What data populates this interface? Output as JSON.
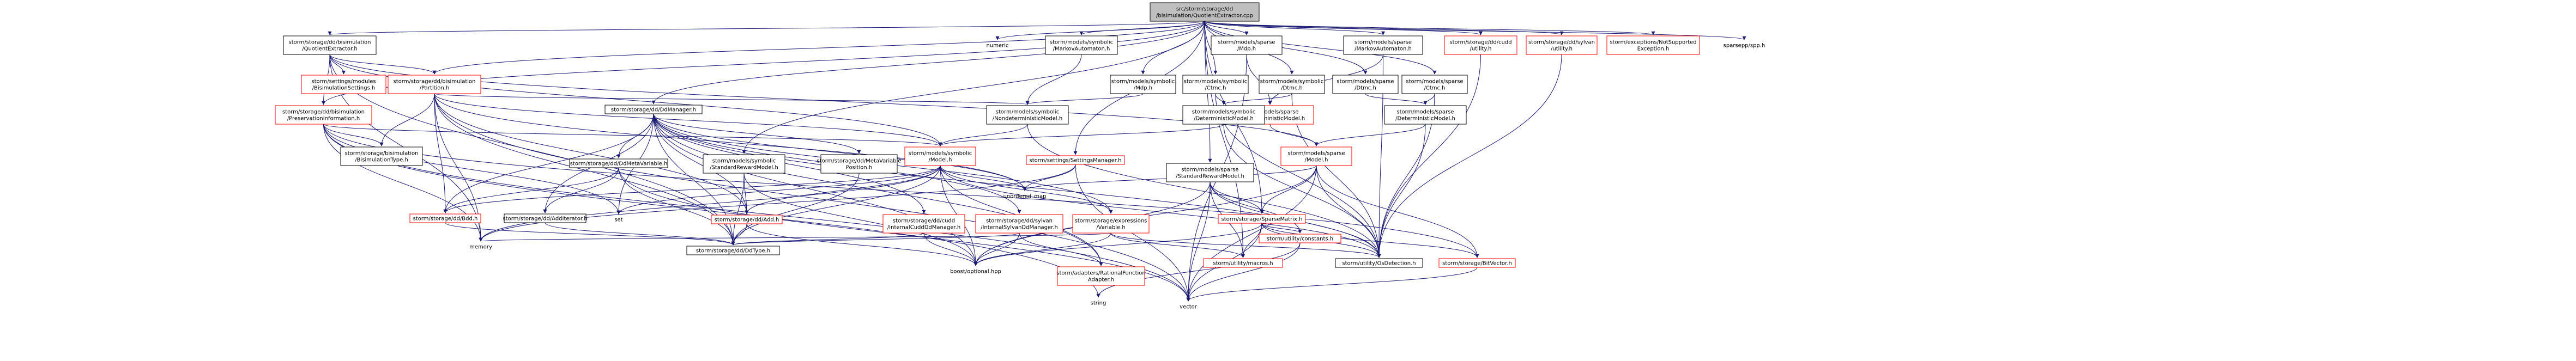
{
  "colors": {
    "edge": "#191970",
    "root_fill": "#bfbfbf",
    "node_border": "#000000",
    "missing_border": "#ff0000",
    "background": "#ffffff"
  },
  "nodes": {
    "root": [
      "src/storm/storage/dd",
      "/bisimulation/QuotientExtractor.cpp"
    ],
    "qe_h": [
      "storm/storage/dd/bisimulation",
      "/QuotientExtractor.h"
    ],
    "numeric": [
      "numeric"
    ],
    "sym_ma": [
      "storm/models/symbolic",
      "/MarkovAutomaton.h"
    ],
    "sparse_mdp": [
      "storm/models/sparse",
      "/Mdp.h"
    ],
    "sparse_ma": [
      "storm/models/sparse",
      "/MarkovAutomaton.h"
    ],
    "cudd_utility": [
      "storm/storage/dd/cudd",
      "/utility.h"
    ],
    "sylvan_utility": [
      "storm/storage/dd/sylvan",
      "/utility.h"
    ],
    "not_supported": [
      "storm/exceptions/NotSupported",
      "Exception.h"
    ],
    "sparsepp": [
      "sparsepp/spp.h"
    ],
    "bisim_settings": [
      "storm/settings/modules",
      "/BisimulationSettings.h"
    ],
    "bisim_partition": [
      "storm/storage/dd/bisimulation",
      "/Partition.h"
    ],
    "sym_mdp": [
      "storm/models/symbolic",
      "/Mdp.h"
    ],
    "sym_ctmc": [
      "storm/models/symbolic",
      "/Ctmc.h"
    ],
    "sym_dtmc": [
      "storm/models/symbolic",
      "/Dtmc.h"
    ],
    "sparse_dtmc": [
      "storm/models/sparse",
      "/Dtmc.h"
    ],
    "sparse_ctmc": [
      "storm/models/sparse",
      "/Ctmc.h"
    ],
    "pres_info": [
      "storm/storage/dd/bisimulation",
      "/PreservationInformation.h"
    ],
    "ddmanager": [
      "storm/storage/dd/DdManager.h"
    ],
    "sym_nondet": [
      "storm/models/symbolic",
      "/NondeterministicModel.h"
    ],
    "sparse_nondet": [
      "storm/models/sparse",
      "/NondeterministicModel.h"
    ],
    "sym_det": [
      "storm/models/symbolic",
      "/DeterministicModel.h"
    ],
    "sparse_det": [
      "storm/models/sparse",
      "/DeterministicModel.h"
    ],
    "bisim_type": [
      "storm/storage/bisimulation",
      "/BisimulationType.h"
    ],
    "dd_metavar": [
      "storm/storage/dd/DdMetaVariable.h"
    ],
    "sym_reward": [
      "storm/models/symbolic",
      "/StandardRewardModel.h"
    ],
    "metavar_pos": [
      "storm/storage/dd/MetaVariable",
      "Position.h"
    ],
    "sym_model": [
      "storm/models/symbolic",
      "/Model.h"
    ],
    "settings_mgr": [
      "storm/settings/SettingsManager.h"
    ],
    "sparse_reward": [
      "storm/models/sparse",
      "/StandardRewardModel.h"
    ],
    "sparse_model": [
      "storm/models/sparse",
      "/Model.h"
    ],
    "cudd_ddmgr": [
      "storm/storage/dd/cudd",
      "/InternalCuddDdManager.h"
    ],
    "sylvan_ddmgr": [
      "storm/storage/dd/sylvan",
      "/InternalSylvanDdManager.h"
    ],
    "expr_var": [
      "storm/storage/expressions",
      "/Variable.h"
    ],
    "sparse_matrix": [
      "storm/storage/SparseMatrix.h"
    ],
    "bdd": [
      "storm/storage/dd/Bdd.h"
    ],
    "add_iter": [
      "storm/storage/dd/AddIterator.h"
    ],
    "set": [
      "set"
    ],
    "add": [
      "storm/storage/dd/Add.h"
    ],
    "unordered_map": [
      "unordered_map"
    ],
    "memory": [
      "memory"
    ],
    "ddtype": [
      "storm/storage/dd/DdType.h"
    ],
    "boost_optional": [
      "boost/optional.hpp"
    ],
    "rational_adapter": [
      "storm/adapters/RationalFunction",
      "Adapter.h"
    ],
    "macros": [
      "storm/utility/macros.h"
    ],
    "constants": [
      "storm/utility/constants.h"
    ],
    "os_detection": [
      "storm/utility/OsDetection.h"
    ],
    "bitvector": [
      "storm/storage/BitVector.h"
    ],
    "string": [
      "string"
    ],
    "vector": [
      "vector"
    ]
  }
}
